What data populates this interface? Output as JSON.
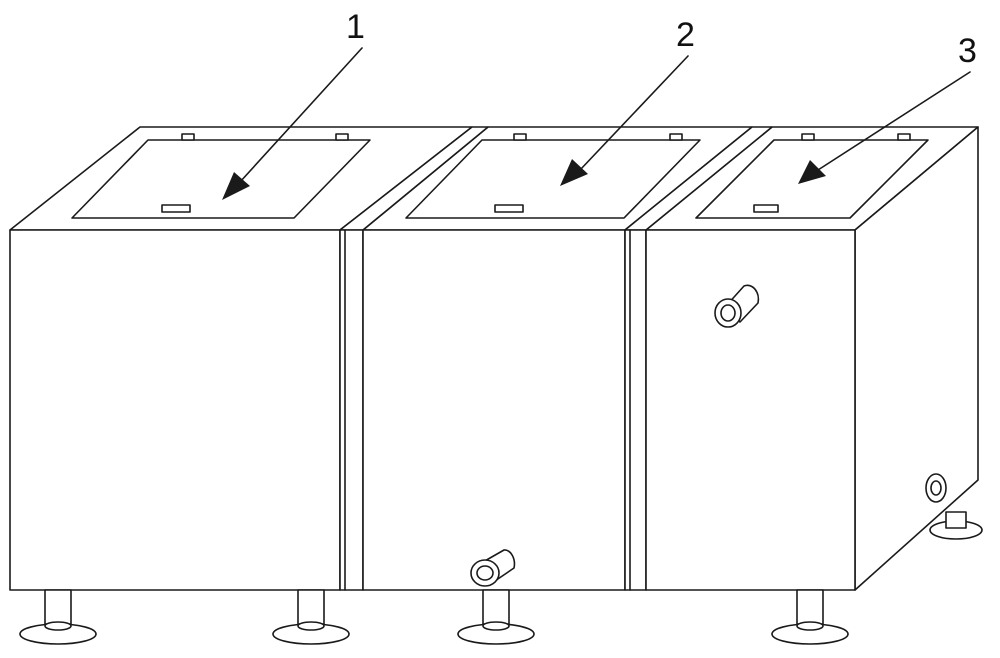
{
  "figure": {
    "labels": [
      {
        "id": "callout-1",
        "text": "1"
      },
      {
        "id": "callout-2",
        "text": "2"
      },
      {
        "id": "callout-3",
        "text": "3"
      }
    ]
  },
  "colors": {
    "line": "#1a1a1a",
    "background": "#ffffff"
  }
}
